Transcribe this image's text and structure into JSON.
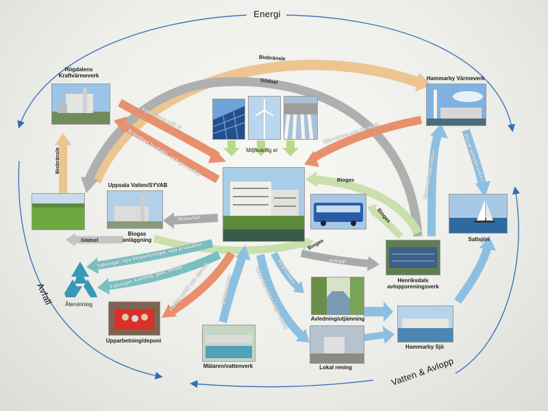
{
  "diagram": {
    "top_label": "Energi",
    "left_label": "Avfall",
    "bottom_label": "Vatten & Avlopp",
    "nodes": {
      "hogdalens": "Högdalens\nKraftvärmeverk",
      "hammarby_varmeverk": "Hammarby Värmeverk",
      "miljovanlig_el": "Miljövänlig el",
      "uppsala": "Uppsala Vatten/SYVAB",
      "biogas_anlaggning": "Biogas\nanläggning",
      "saltsjon": "Saltsjön",
      "henriksdals": "Henriksdals\navloppsreningsverk",
      "atervinning": "Återvinning",
      "upparbetning": "Upparbetning/deponi",
      "avledning": "Avledning/utjämning",
      "hammarby_sjo": "Hammarby Sjö",
      "malaren": "Mälaren/vattenverk",
      "lokal_rening": "Lokal rening"
    },
    "flows": {
      "biobransle_top": "Biobränsle",
      "godsel_top": "Gödsel",
      "fjarrvarme_el": "Fjärrvärme och el",
      "brannbart": "Brännbart hushålls- och grovavfall",
      "fjarrvarme_kyla": "Fjärrvärme och fjärrkyla",
      "biobransle_left": "Biobränsle",
      "biogas_right": "Biogas",
      "biogas_bus": "Biogas",
      "matavfall": "Matavfall",
      "godsel_left": "Gödsel",
      "biogas_low": "Biogas",
      "avlopp": "Avlopp",
      "tidningar1": "Tidningar, nya förpackningar, nya produkter",
      "tidningar2": "Tidningar, kartong, glas, metall",
      "farligt": "Farligt avfall och elavfall",
      "dricksvatten": "Dricksvatten",
      "trafikdagvatten": "Trafikdagvatten (regnvatten)",
      "regnvatten": "Regnvatten",
      "renat_up": "Renat avloppsvatten",
      "renat_down": "Renat avloppsvatten"
    }
  }
}
